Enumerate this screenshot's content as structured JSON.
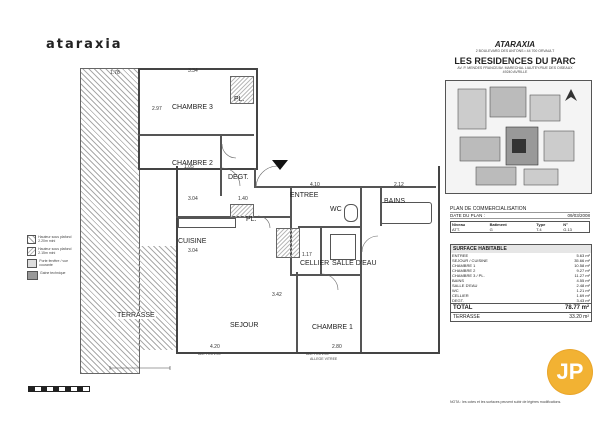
{
  "brand": "ataraxia",
  "header": {
    "company": "ATARAXIA",
    "company_address": "2 BOULEVARD DES ANTONS • 44 700 ORVAULT",
    "project": "LES RESIDENCES DU PARC",
    "project_address": "AV. P. MENDES FRANCE/AV. MARECHAL LIAUTEY/RUE DES OISEAUX",
    "city": "49240 AVRILLE"
  },
  "plan_title": "PLAN DE COMMERCIALISATION",
  "plan_date_label": "DATE DU PLAN :",
  "plan_date": "09/03/2008",
  "ident_headers": [
    "Niveau",
    "Batiment",
    "Type",
    "N°"
  ],
  "ident_values": [
    "ATT.",
    "G",
    "T.4",
    "G.13"
  ],
  "surface_title": "SURFACE HABITABLE",
  "surfaces": [
    {
      "name": "ENTREE",
      "value": "5.63 m²"
    },
    {
      "name": "SEJOUR / CUISINE",
      "value": "35.66 m²"
    },
    {
      "name": "CHAMBRE 1",
      "value": "10.58 m²"
    },
    {
      "name": "CHAMBRE 2",
      "value": "9.27 m²"
    },
    {
      "name": "CHAMBRE 3 / PL.",
      "value": "11.27 m²"
    },
    {
      "name": "BAINS",
      "value": "4.55 m²"
    },
    {
      "name": "SALLE D'EAU",
      "value": "2.48 m²"
    },
    {
      "name": "WC",
      "value": "1.21 m²"
    },
    {
      "name": "CELLIER",
      "value": "1.69 m²"
    },
    {
      "name": "DEGT.",
      "value": "3.43 m²"
    }
  ],
  "total_label": "TOTAL",
  "total_value": "78.77 m²",
  "terrace_label": "TERRASSE",
  "terrace_value": "33.20 m²",
  "footnote": "NOTA : les cotes et les surfaces peuvent subir de légères modifications.",
  "rooms": {
    "chambre3": "CHAMBRE 3",
    "chambre2": "CHAMBRE 2",
    "degt": "DEGT.",
    "entree": "ENTREE",
    "wc": "WC",
    "bains": "BAINS",
    "cuisine": "CUISINE",
    "pl1": "PL.",
    "pl2": "PL.",
    "cellier": "CELLIER",
    "salle_eau": "SALLE D'EAU",
    "terrasse": "TERRASSE",
    "sejour": "SEJOUR",
    "chambre1": "CHAMBRE 1"
  },
  "dims": {
    "d1": "1.78",
    "d2": "3.34",
    "d3": "3.04",
    "d4": "1.40",
    "d5": "3.04",
    "d6": "4.10",
    "d7": "2.12",
    "d8": "1.17",
    "d9": "3.42",
    "d10": "4.20",
    "d11": "2.80",
    "d12": "1.05",
    "d13": "2.97"
  },
  "legend": [
    "Hauteur sous plafond 2.20m mini",
    "Hauteur sous plafond 2.15m mini",
    "Porte fenêtre / vue courante",
    "Gaine technique"
  ],
  "allege1": "ALL. FINI 1.00",
  "allege2": "ALL. FINI 1.00",
  "allege_vitree": "ALLEGE VITREE",
  "badge": "JP"
}
